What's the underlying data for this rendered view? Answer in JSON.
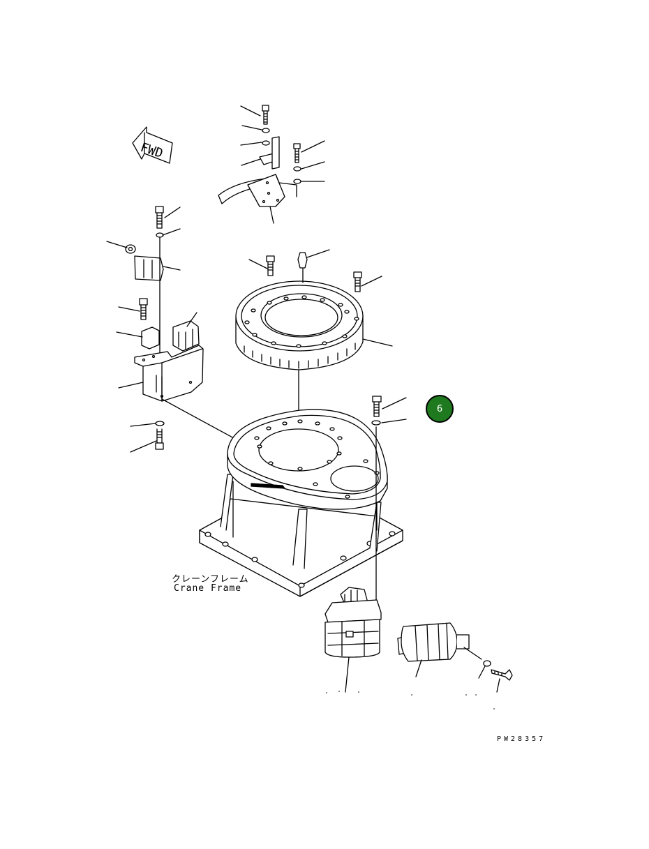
{
  "diagram": {
    "direction_marker": "FWD",
    "label_jp": "クレーンフレーム",
    "label_en": "Crane Frame",
    "drawing_number": "PW28357",
    "badge_number": "6",
    "colors": {
      "badge_fill": "#1f7a1f",
      "line": "#000000",
      "background": "#ffffff"
    }
  }
}
